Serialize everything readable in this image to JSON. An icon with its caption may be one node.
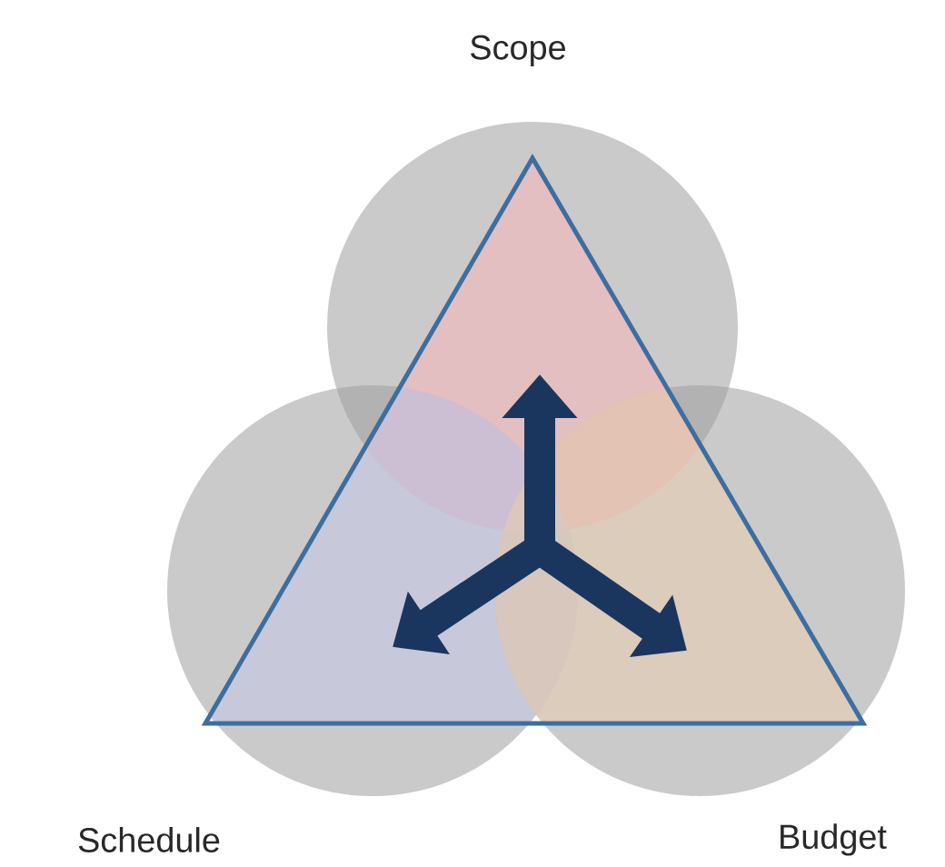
{
  "diagram": {
    "labels": [
      "Scope",
      "Schedule",
      "Budget"
    ]
  }
}
